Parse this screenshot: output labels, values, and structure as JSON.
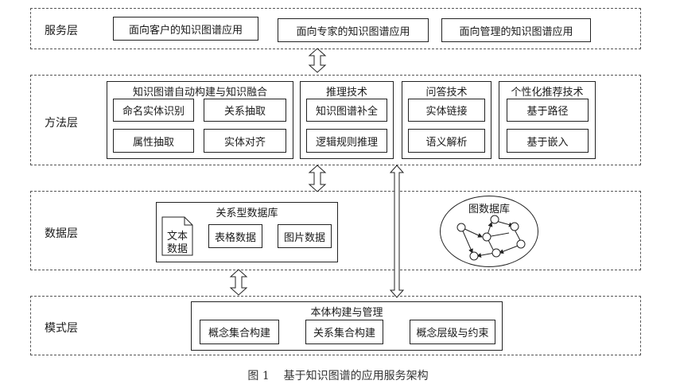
{
  "layers": {
    "service": {
      "label": "服务层",
      "apps": [
        "面向客户的知识图谱应用",
        "面向专家的知识图谱应用",
        "面向管理的知识图谱应用"
      ]
    },
    "method": {
      "label": "方法层",
      "kg_build": {
        "title": "知识图谱自动构建与知识融合",
        "items": [
          "命名实体识别",
          "关系抽取",
          "属性抽取",
          "实体对齐"
        ]
      },
      "reasoning": {
        "title": "推理技术",
        "items": [
          "知识图谱补全",
          "逻辑规则推理"
        ]
      },
      "qa": {
        "title": "问答技术",
        "items": [
          "实体链接",
          "语义解析"
        ]
      },
      "recommend": {
        "title": "个性化推荐技术",
        "items": [
          "基于路径",
          "基于嵌入"
        ]
      }
    },
    "data": {
      "label": "数据层",
      "relational_db": {
        "title": "关系型数据库",
        "doc_line1": "文本",
        "doc_line2": "数据",
        "table": "表格数据",
        "image": "图片数据"
      },
      "graph_db": {
        "title": "图数据库"
      }
    },
    "schema": {
      "label": "模式层",
      "ontology": {
        "title": "本体构建与管理",
        "items": [
          "概念集合构建",
          "关系集合构建",
          "概念层级与约束"
        ]
      }
    }
  },
  "caption": "图 1    基于知识图谱的应用服务架构"
}
